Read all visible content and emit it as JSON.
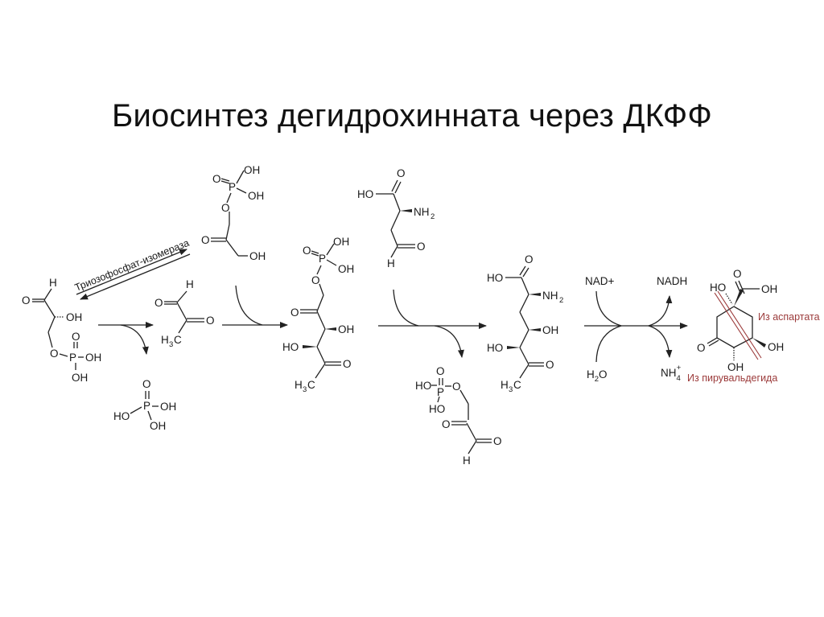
{
  "slide": {
    "title": "Биосинтез дегидрохинната через ДКФФ"
  },
  "diagram": {
    "enzyme_label": "Триозофосфат-изомераза",
    "molecules": {
      "glyceraldehyde_3p": {
        "labels": [
          "H",
          "O",
          "OH",
          "O",
          "P",
          "O",
          "OH",
          "OH"
        ]
      },
      "dihydroxyacetone_p": {
        "labels": [
          "OH",
          "O",
          "P",
          "OH",
          "O",
          "O",
          "OH"
        ]
      },
      "phosphate": {
        "labels": [
          "O",
          "HO",
          "P",
          "OH",
          "OH"
        ]
      },
      "methylglyoxal": {
        "labels": [
          "H",
          "O",
          "O",
          "H3C"
        ]
      },
      "intermediate_1": {
        "labels": [
          "OH",
          "O",
          "P",
          "OH",
          "O",
          "O",
          "OH",
          "HO",
          "O",
          "H3C"
        ]
      },
      "aspartate_semialdehyde": {
        "labels": [
          "O",
          "HO",
          "NH2",
          "O",
          "H"
        ]
      },
      "released_phosphate_ester": {
        "labels": [
          "O",
          "HO",
          "P",
          "O",
          "HO",
          "O",
          "O",
          "H"
        ]
      },
      "intermediate_2": {
        "labels": [
          "O",
          "HO",
          "NH2",
          "OH",
          "HO",
          "O",
          "H3C"
        ]
      },
      "dehydroquinate": {
        "labels": [
          "O",
          "HO",
          "OH",
          "O",
          "OH",
          "OH"
        ]
      }
    },
    "cofactors": {
      "nad_plus": "NAD+",
      "nadh": "NADH",
      "water": "H2O",
      "ammonium": "NH4+"
    },
    "annotations": {
      "from_aspartate": "Из аспартата",
      "from_pyruvaldehyde": "Из пирувальдегида"
    },
    "colors": {
      "annotation": "#9b3a3a",
      "lines": "#222222"
    }
  }
}
